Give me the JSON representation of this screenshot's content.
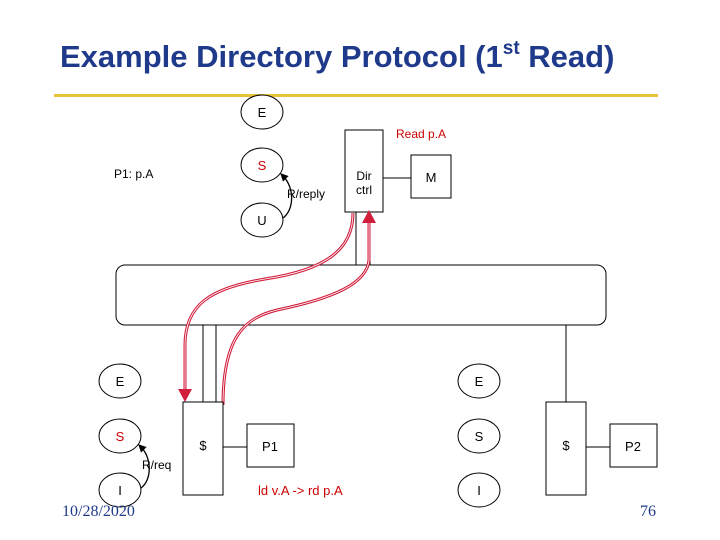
{
  "slide": {
    "title_main": "Example Directory Protocol (1",
    "title_sup": "st",
    "title_end": " Read)",
    "date": "10/28/2020",
    "page_number": "76"
  },
  "diagram": {
    "dir_states": {
      "e": "E",
      "s": "S",
      "u": "U"
    },
    "p1_label": "P1: p.A",
    "read_label": "Read p.A",
    "reply_label": "R/reply",
    "dir_ctrl": {
      "line1": "Dir",
      "line2": "ctrl"
    },
    "memory": "M",
    "cache1": {
      "states": {
        "e": "E",
        "s": "S",
        "i": "I"
      },
      "cache": "$",
      "proc": "P1",
      "req_label": "R/req",
      "op_label": "ld v.A -> rd p.A"
    },
    "cache2": {
      "states": {
        "e": "E",
        "s": "S",
        "i": "I"
      },
      "cache": "$",
      "proc": "P2"
    }
  },
  "colors": {
    "title": "#1f3a8a",
    "rule": "#e7c33a",
    "arrow": "#d11e3c",
    "state_s": "#cc0000",
    "op_text": "#cc0000",
    "footer": "#1f3a8a"
  }
}
